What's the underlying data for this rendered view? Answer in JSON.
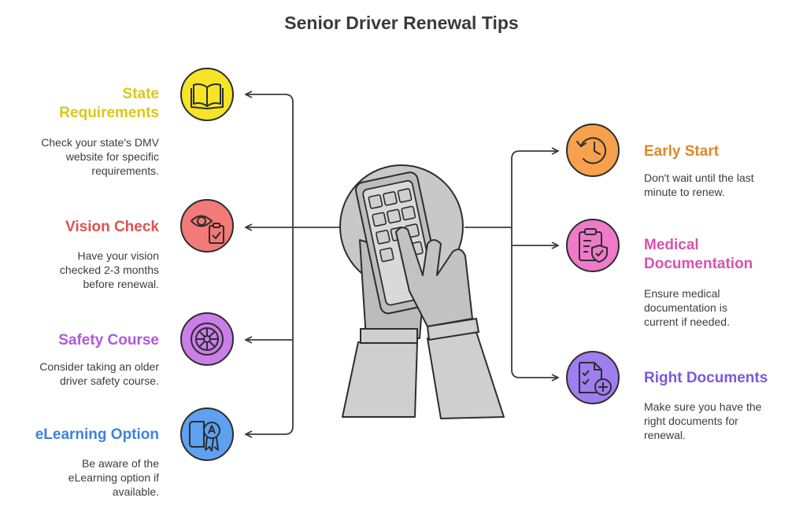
{
  "title": "Senior Driver Renewal Tips",
  "colors": {
    "yellow": "#f5e427",
    "red": "#f27a78",
    "purple": "#c97ee8",
    "blue": "#5ea1f0",
    "orange": "#f7a14c",
    "pink": "#ee7ac9",
    "violet": "#9f7ef0"
  },
  "tips": {
    "state": {
      "heading": "State Requirements",
      "description": "Check your state's DMV website for specific requirements.",
      "color": "#d9c914",
      "icon": "book-icon"
    },
    "vision": {
      "heading": "Vision Check",
      "description": "Have your vision checked 2-3 months before renewal.",
      "color": "#e0514e",
      "icon": "eye-clipboard-icon"
    },
    "safety": {
      "heading": "Safety Course",
      "description": "Consider taking an older driver safety course.",
      "color": "#b057db",
      "icon": "steering-wheel-icon"
    },
    "elearning": {
      "heading": "eLearning Option",
      "description": "Be aware of the eLearning option if available.",
      "color": "#3f82de",
      "icon": "certificate-icon"
    },
    "early": {
      "heading": "Early Start",
      "description": "Don't wait until the last minute to renew.",
      "color": "#e0862b",
      "icon": "clock-icon"
    },
    "medical": {
      "heading": "Medical Documentation",
      "description": "Ensure medical documentation is current if needed.",
      "color": "#d952ad",
      "icon": "medical-clipboard-icon"
    },
    "documents": {
      "heading": "Right Documents",
      "description": "Make sure you have the right documents for renewal.",
      "color": "#7a58e0",
      "icon": "document-plus-icon"
    }
  }
}
